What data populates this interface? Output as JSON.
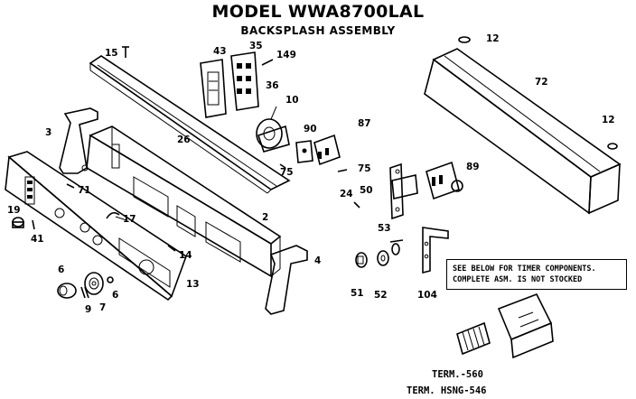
{
  "header": {
    "model_title": "MODEL WWA8700LAL",
    "assembly_title": "BACKSPLASH ASSEMBLY"
  },
  "note": {
    "line1": "SEE BELOW FOR TIMER COMPONENTS.",
    "line2": "COMPLETE ASM. IS NOT STOCKED"
  },
  "parts": {
    "p2": "2",
    "p3": "3",
    "p4": "4",
    "p6a": "6",
    "p6b": "6",
    "p7": "7",
    "p9": "9",
    "p10": "10",
    "p12a": "12",
    "p12b": "12",
    "p13": "13",
    "p14": "14",
    "p15": "15",
    "p17": "17",
    "p19": "19",
    "p24": "24",
    "p26": "26",
    "p35": "35",
    "p36": "36",
    "p41": "41",
    "p43": "43",
    "p50": "50",
    "p51": "51",
    "p52": "52",
    "p53": "53",
    "p71": "71",
    "p72": "72",
    "p75a": "75",
    "p75b": "75",
    "p87": "87",
    "p89": "89",
    "p90": "90",
    "p104": "104",
    "p149": "149"
  },
  "terminals": {
    "term560": "TERM.-560",
    "term546": "TERM. HSNG-546"
  }
}
